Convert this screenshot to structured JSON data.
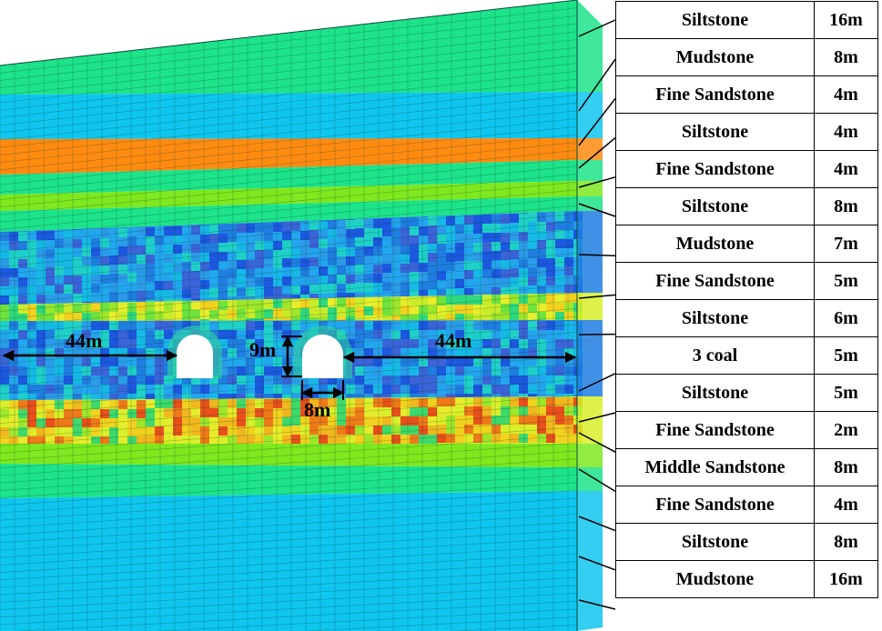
{
  "strata": [
    {
      "name": "Siltstone",
      "thickness": "16m"
    },
    {
      "name": "Mudstone",
      "thickness": "8m"
    },
    {
      "name": "Fine Sandstone",
      "thickness": "4m"
    },
    {
      "name": "Siltstone",
      "thickness": "4m"
    },
    {
      "name": "Fine Sandstone",
      "thickness": "4m"
    },
    {
      "name": "Siltstone",
      "thickness": "8m"
    },
    {
      "name": "Mudstone",
      "thickness": "7m"
    },
    {
      "name": "Fine Sandstone",
      "thickness": "5m"
    },
    {
      "name": "Siltstone",
      "thickness": "6m"
    },
    {
      "name": "3 coal",
      "thickness": "5m"
    },
    {
      "name": "Siltstone",
      "thickness": "5m"
    },
    {
      "name": "Fine Sandstone",
      "thickness": "2m"
    },
    {
      "name": "Middle Sandstone",
      "thickness": "8m"
    },
    {
      "name": "Fine Sandstone",
      "thickness": "4m"
    },
    {
      "name": "Siltstone",
      "thickness": "8m"
    },
    {
      "name": "Mudstone",
      "thickness": "16m"
    }
  ],
  "dimensions": {
    "left_width": "44m",
    "right_width": "44m",
    "roadway_height": "9m",
    "roadway_width": "8m"
  },
  "colors": {
    "green": "#1de38a",
    "cyan": "#0fc6ef",
    "orange": "#ff8a10",
    "lime": "#7fe81e",
    "blue": "#1f7ee0",
    "yellow": "#d8ef2a",
    "red": "#ef4a18"
  }
}
